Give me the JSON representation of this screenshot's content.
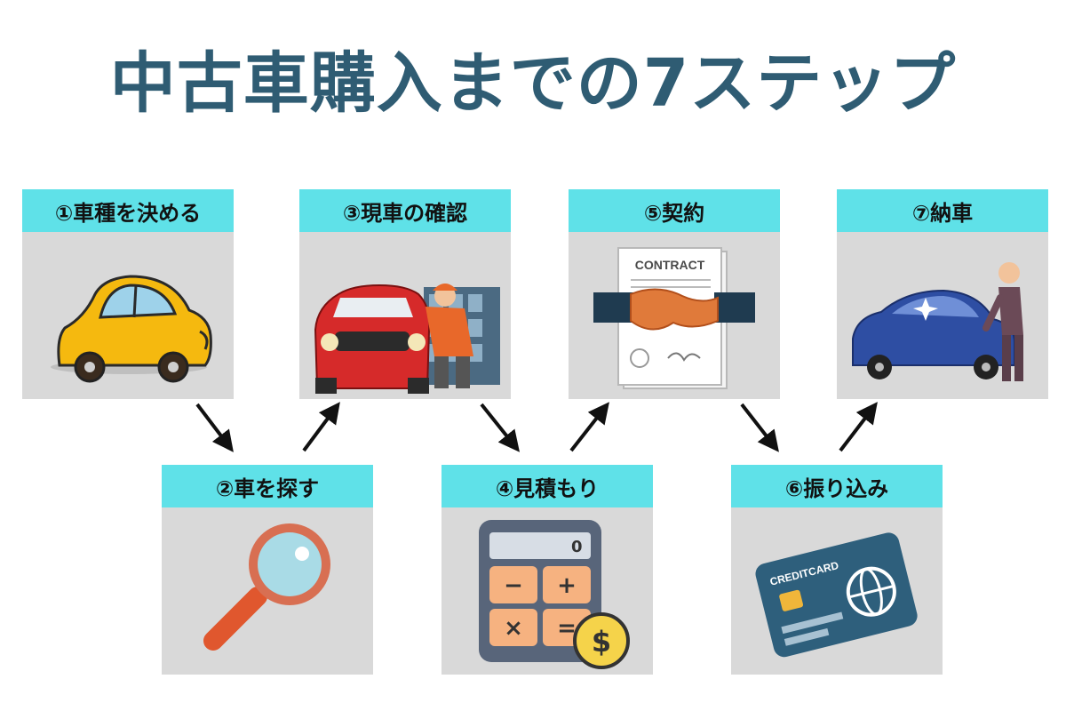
{
  "title": "中古車購入までの7ステップ",
  "steps": [
    {
      "label": "①車種を決める",
      "icon": "yellow-car-icon"
    },
    {
      "label": "②車を探す",
      "icon": "magnifier-icon"
    },
    {
      "label": "③現車の確認",
      "icon": "mechanic-car-icon"
    },
    {
      "label": "④見積もり",
      "icon": "calculator-icon"
    },
    {
      "label": "⑤契約",
      "icon": "contract-handshake-icon"
    },
    {
      "label": "⑥振り込み",
      "icon": "credit-card-icon"
    },
    {
      "label": "⑦納車",
      "icon": "delivery-car-icon"
    }
  ],
  "contract_text": "CONTRACT",
  "card_text": "CREDITCARD",
  "calculator_keys": [
    "−",
    "+",
    "×",
    "="
  ],
  "currency_symbol": "$",
  "colors": {
    "title": "#2f5c73",
    "header": "#5fe1e8",
    "card_bg": "#d9d9d9"
  }
}
